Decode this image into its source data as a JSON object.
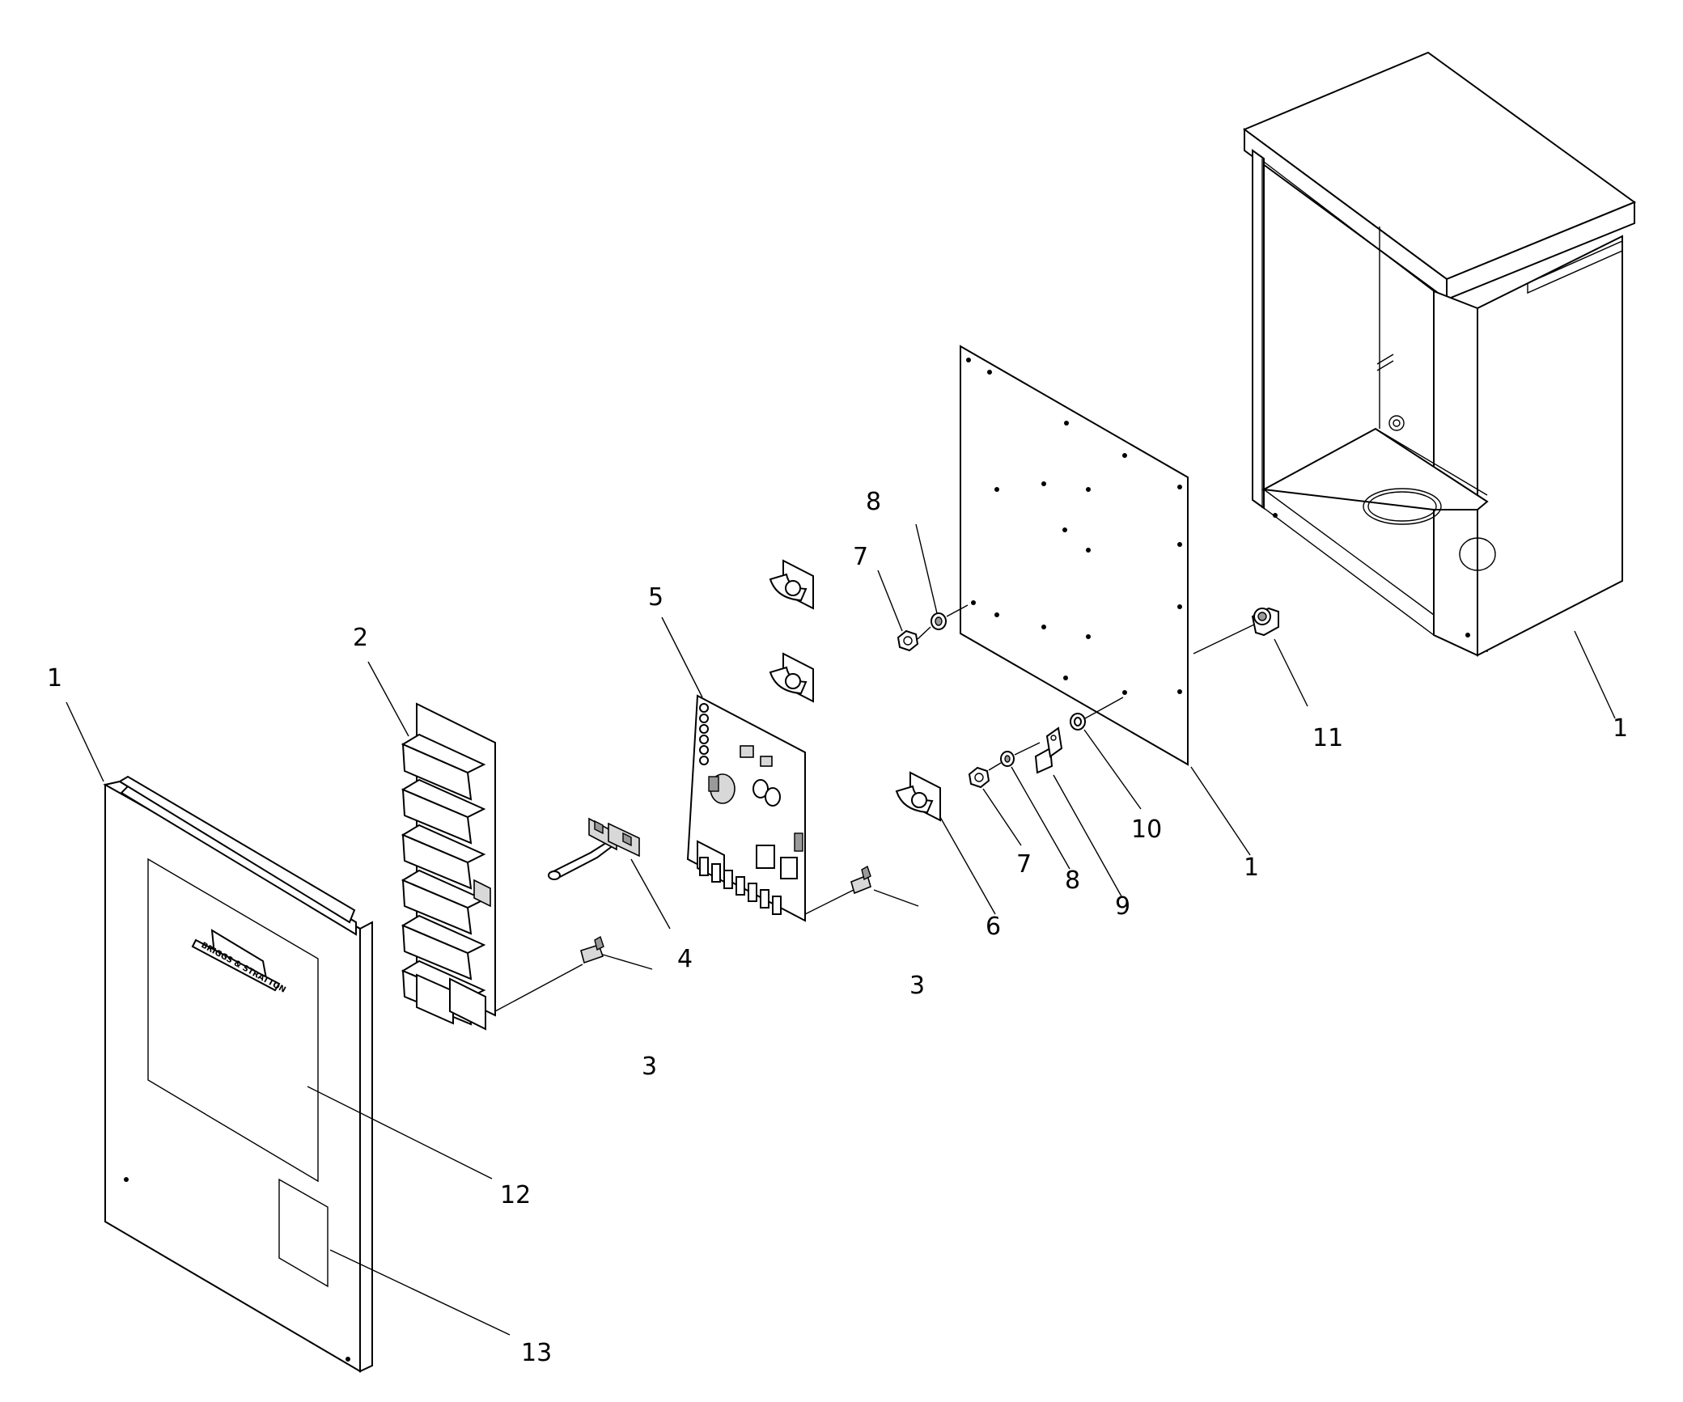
{
  "labels": {
    "cover_left": "1",
    "relay_board": "2",
    "wire_lead_lower": "3",
    "wire_harness": "4",
    "control_board": "5",
    "retainer_clips": "6",
    "nut_upper": "7",
    "washer_upper": "8",
    "wire_lead_right": "3",
    "nut_lower": "7",
    "washer_lower": "8",
    "ground_lug": "9",
    "lock_washer": "10",
    "back_panel": "1",
    "bushing": "11",
    "enclosure": "1",
    "window_label": "12",
    "decal_label": "13"
  },
  "logo_text": "BRIGGS & STRATTON"
}
